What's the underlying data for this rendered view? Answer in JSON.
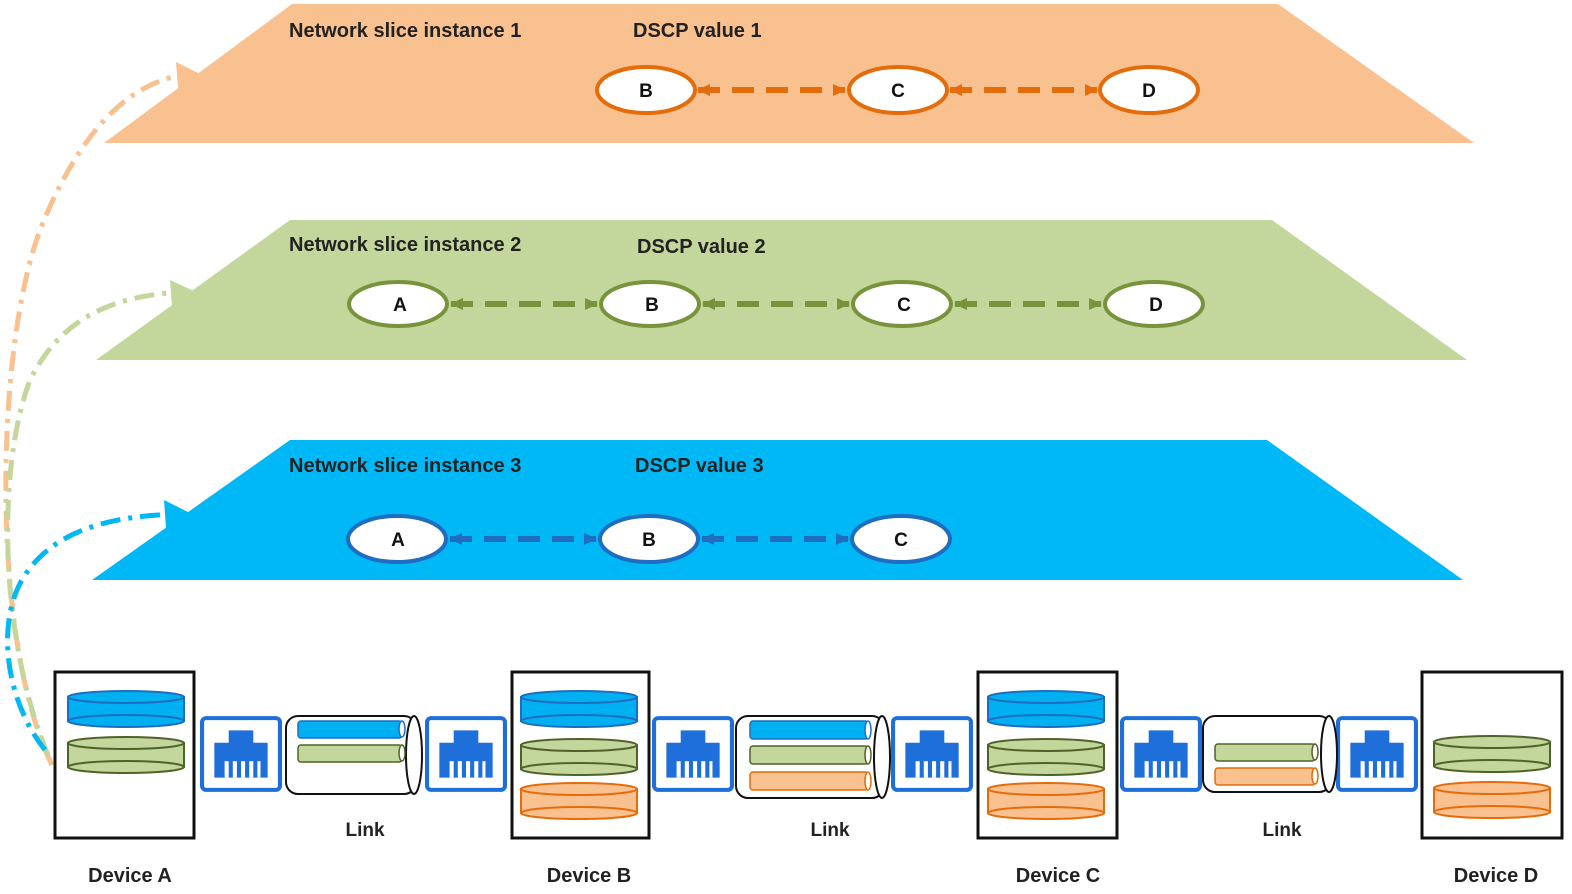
{
  "colors": {
    "slice1_fill": "#F9C090",
    "slice1_stroke": "#E46C0A",
    "slice2_fill": "#C3D69B",
    "slice2_stroke": "#77933C",
    "slice3_fill": "#00B8F5",
    "slice3_stroke": "#1F6DC0",
    "port_blue": "#1E6FD9"
  },
  "slices": [
    {
      "title": "Network slice instance 1",
      "dscp": "DSCP value 1",
      "nodes": [
        "B",
        "C",
        "D"
      ]
    },
    {
      "title": "Network slice instance 2",
      "dscp": "DSCP value 2",
      "nodes": [
        "A",
        "B",
        "C",
        "D"
      ]
    },
    {
      "title": "Network slice instance 3",
      "dscp": "DSCP value 3",
      "nodes": [
        "A",
        "B",
        "C"
      ]
    }
  ],
  "devices": [
    {
      "label": "Device A"
    },
    {
      "label": "Device B"
    },
    {
      "label": "Device C"
    },
    {
      "label": "Device D"
    }
  ],
  "links": [
    {
      "label": "Link"
    },
    {
      "label": "Link"
    },
    {
      "label": "Link"
    }
  ]
}
